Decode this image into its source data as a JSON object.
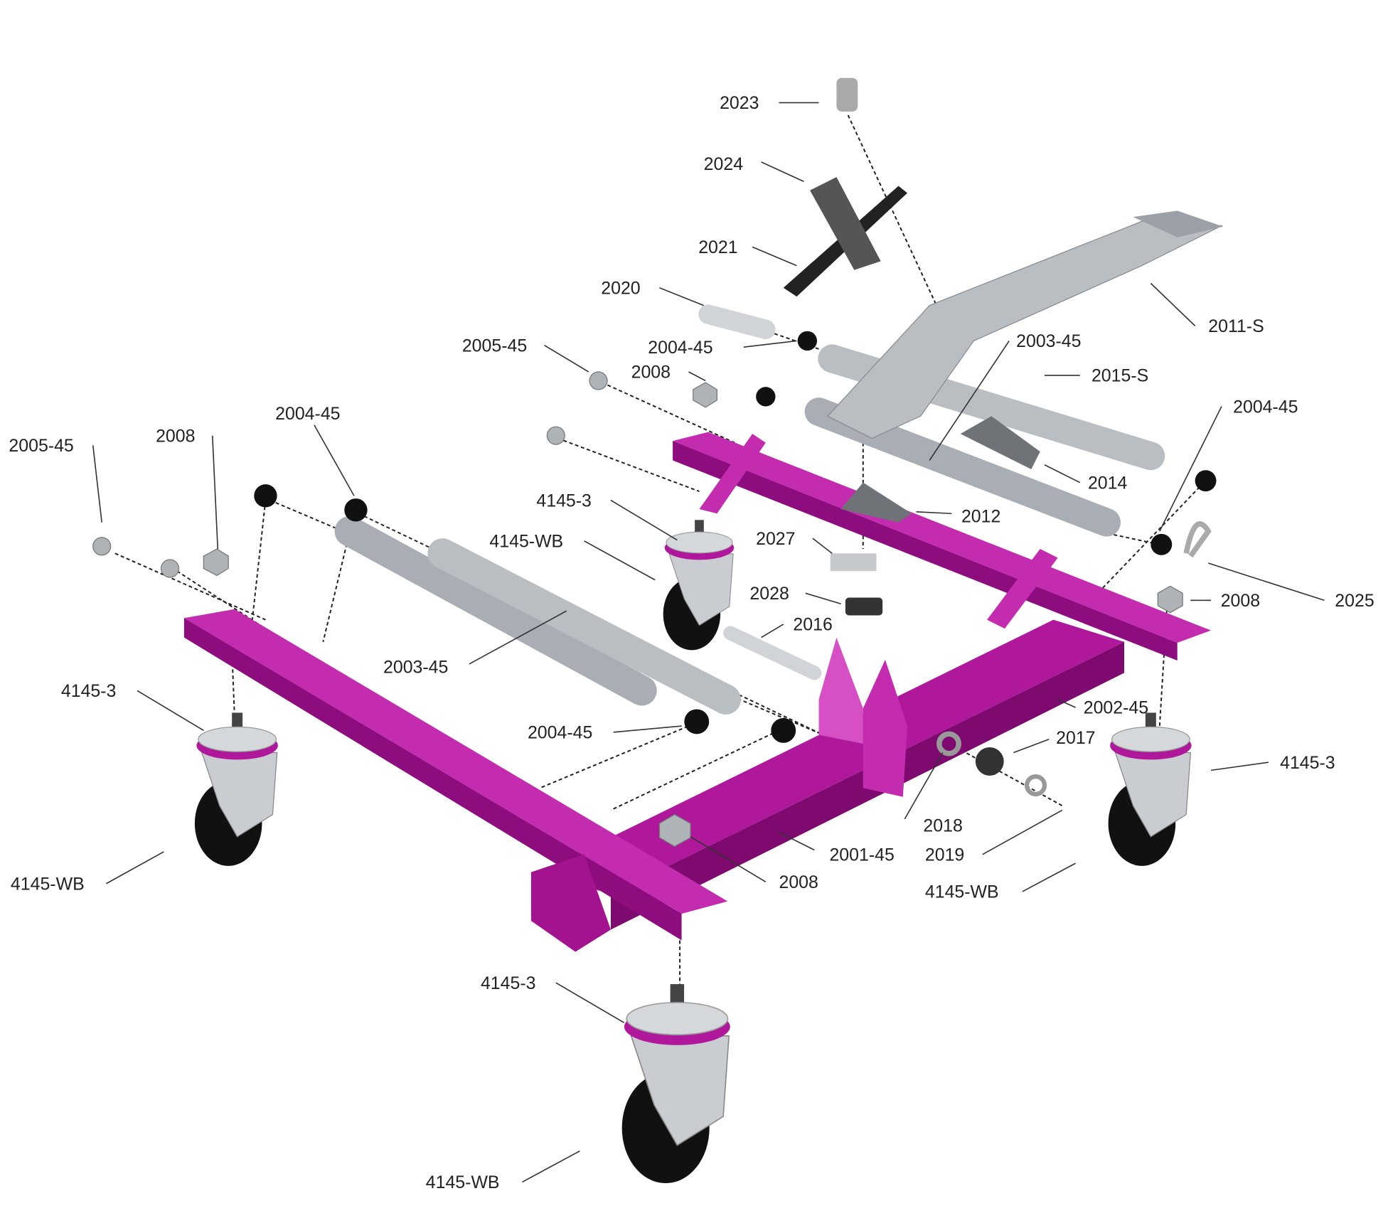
{
  "colors": {
    "frame": "#b0189c",
    "frame_dark": "#7e0a70",
    "frame_light": "#d64fc4",
    "steel": "#b9bec3",
    "steel_dark": "#868c92",
    "rubber": "#111111"
  },
  "labels": [
    {
      "id": "l2023",
      "text": "2023"
    },
    {
      "id": "l2024",
      "text": "2024"
    },
    {
      "id": "l2021",
      "text": "2021"
    },
    {
      "id": "l2020",
      "text": "2020"
    },
    {
      "id": "l2011s",
      "text": "2011-S"
    },
    {
      "id": "l2003a",
      "text": "2003-45"
    },
    {
      "id": "l2015s",
      "text": "2015-S"
    },
    {
      "id": "l2004a",
      "text": "2004-45"
    },
    {
      "id": "l2008a",
      "text": "2008"
    },
    {
      "id": "l2005a",
      "text": "2005-45"
    },
    {
      "id": "l2004b",
      "text": "2004-45"
    },
    {
      "id": "l2014",
      "text": "2014"
    },
    {
      "id": "l2012",
      "text": "2012"
    },
    {
      "id": "l2004c",
      "text": "2004-45"
    },
    {
      "id": "l2008b",
      "text": "2008"
    },
    {
      "id": "l2005b",
      "text": "2005-45"
    },
    {
      "id": "l41453a",
      "text": "4145-3"
    },
    {
      "id": "l4145wba",
      "text": "4145-WB"
    },
    {
      "id": "l2027",
      "text": "2027"
    },
    {
      "id": "l2028",
      "text": "2028"
    },
    {
      "id": "l2008c",
      "text": "2008"
    },
    {
      "id": "l2025",
      "text": "2025"
    },
    {
      "id": "l2016",
      "text": "2016"
    },
    {
      "id": "l2003b",
      "text": "2003-45"
    },
    {
      "id": "l41453b",
      "text": "4145-3"
    },
    {
      "id": "l2002",
      "text": "2002-45"
    },
    {
      "id": "l2004d",
      "text": "2004-45"
    },
    {
      "id": "l2017",
      "text": "2017"
    },
    {
      "id": "l41453c",
      "text": "4145-3"
    },
    {
      "id": "l2018",
      "text": "2018"
    },
    {
      "id": "l2001",
      "text": "2001-45"
    },
    {
      "id": "l2019",
      "text": "2019"
    },
    {
      "id": "l2008d",
      "text": "2008"
    },
    {
      "id": "l4145wbb",
      "text": "4145-WB"
    },
    {
      "id": "l4145wbc",
      "text": "4145-WB"
    },
    {
      "id": "l41453d",
      "text": "4145-3"
    },
    {
      "id": "l4145wbd",
      "text": "4145-WB"
    }
  ]
}
